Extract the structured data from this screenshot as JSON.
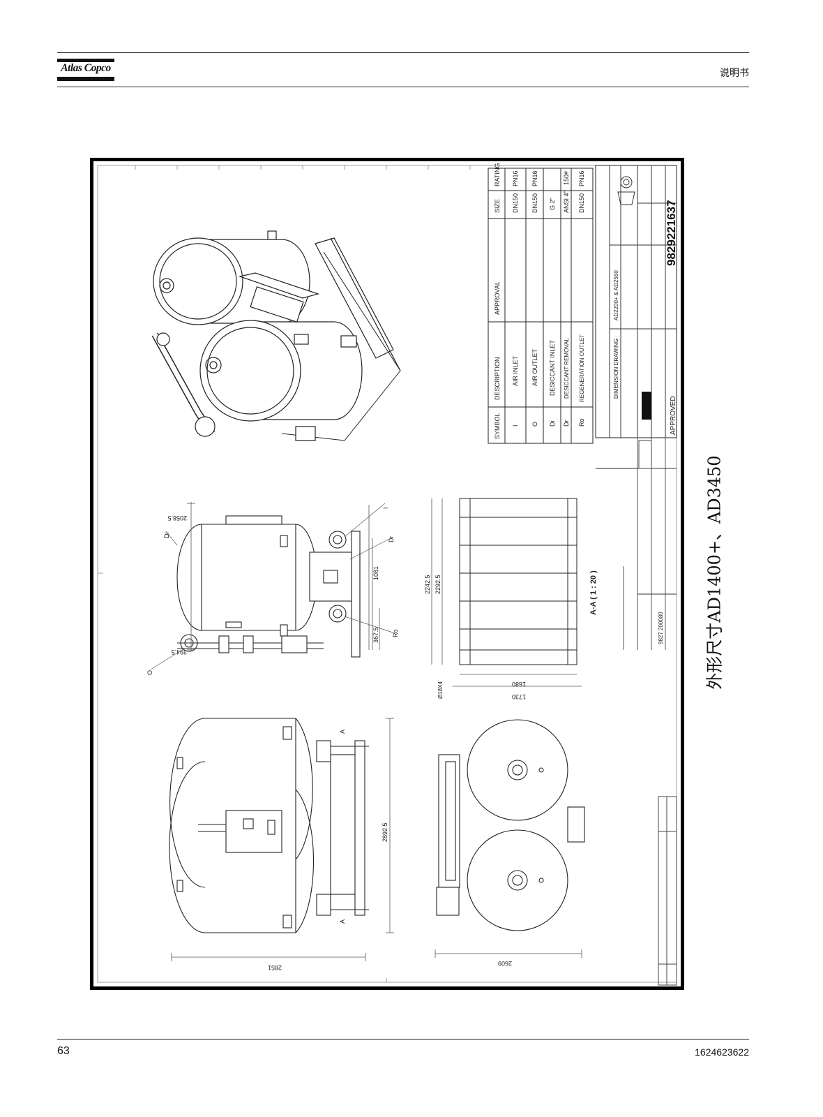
{
  "header": {
    "logo_text": "Atlas Copco",
    "title": "说明书"
  },
  "drawing": {
    "caption": "外形尺寸AD1400+、AD3450",
    "table_headers": [
      "SYMBOL",
      "DESCRIPTION",
      "APPROVAL",
      "SIZE",
      "RATING"
    ],
    "connections": [
      {
        "symbol": "I",
        "description": "AIR INLET",
        "approval": "",
        "size": "DN150",
        "rating": "PN16"
      },
      {
        "symbol": "O",
        "description": "AIR OUTLET",
        "approval": "",
        "size": "DN150",
        "rating": "PN16"
      },
      {
        "symbol": "Di",
        "description": "DESICCANT INLET",
        "approval": "",
        "size": "G 2\"",
        "rating": ""
      },
      {
        "symbol": "Dr",
        "description": "DESICCANT REMOVAL",
        "approval": "",
        "size": "ANSI 4\"",
        "rating": "150#"
      },
      {
        "symbol": "Ro",
        "description": "REGENERATION OUTLET",
        "approval": "",
        "size": "DN150",
        "rating": "PN16"
      }
    ],
    "title_block": {
      "drawing_title": "DIMENSION DRAWING",
      "models": "AD2200+ & AD2550",
      "drawing_number": "9829221637",
      "approved": "APPROVED",
      "ref_number": "9827 200080"
    },
    "dimensions": {
      "front_width": "2851",
      "front_height": "2892.5",
      "side_height_top": "2058.5",
      "side_offset": "394.5",
      "side_mid": "1081",
      "side_low": "367.5",
      "section_label": "A-A ( 1 : 20 )",
      "section_h1": "2242.5",
      "section_h2": "2292.5",
      "section_w1": "1680",
      "section_w2": "1730",
      "hole_dia": "Ø18X4",
      "top_width": "2609"
    },
    "callouts": [
      "Di",
      "I",
      "Dr",
      "Ro",
      "O",
      "A",
      "A"
    ]
  },
  "footer": {
    "page_number": "63",
    "doc_number": "1624623622"
  }
}
